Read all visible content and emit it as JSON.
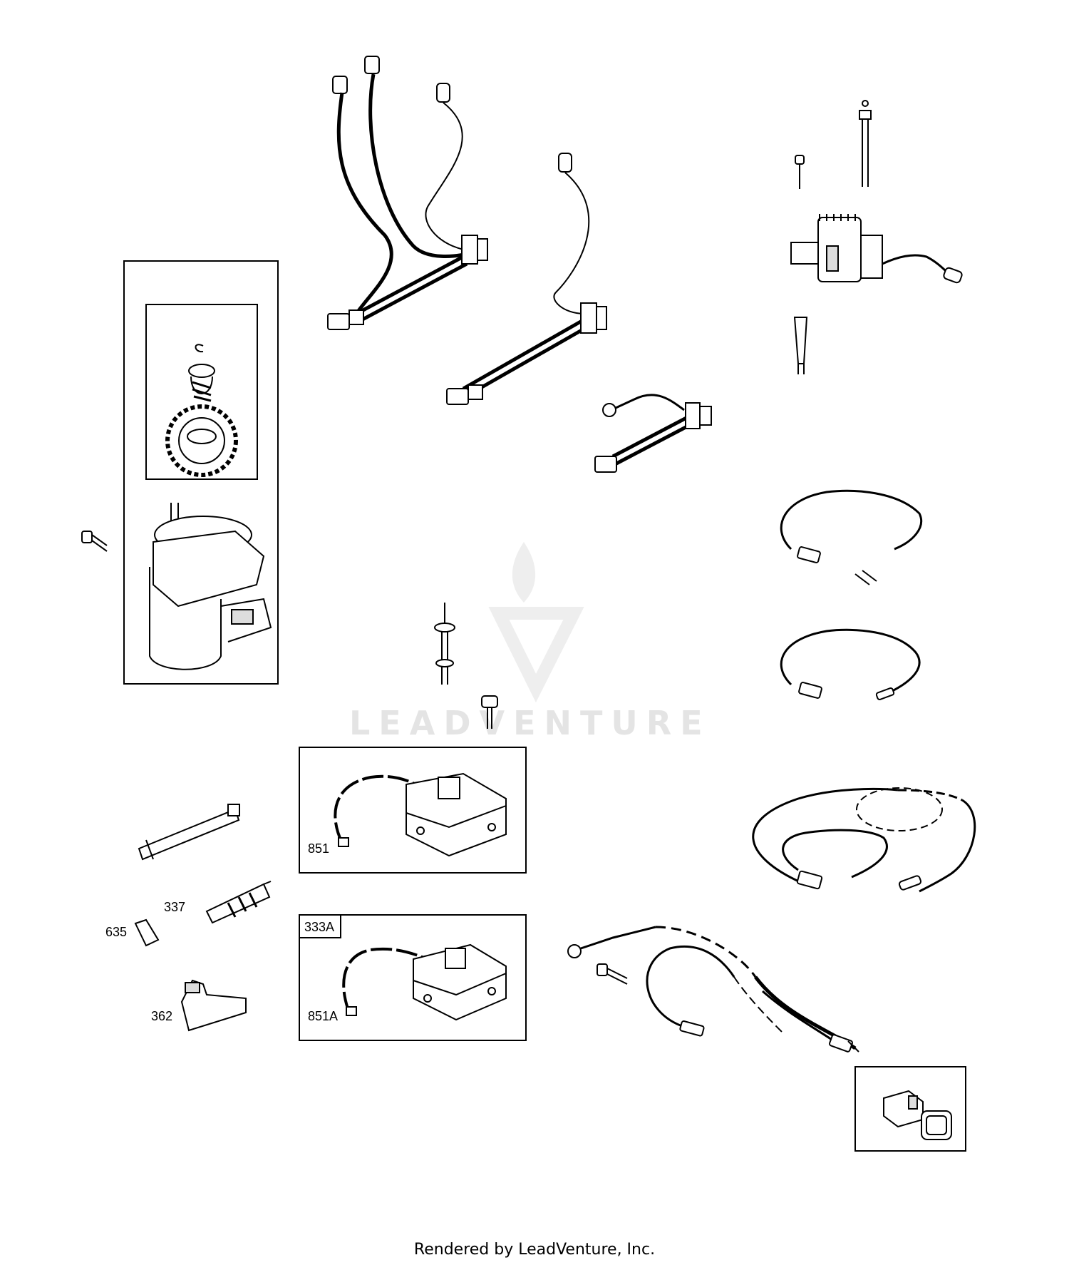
{
  "watermark": {
    "text": "LEADVENTURE"
  },
  "callouts": {
    "c851": "851",
    "c851a": "851A",
    "c333a": "333A",
    "c337": "337",
    "c635": "635",
    "c362": "362"
  },
  "footer": {
    "text": "Rendered by LeadVenture, Inc."
  },
  "colors": {
    "ink": "#000000",
    "watermark": "#e4e4e4"
  }
}
